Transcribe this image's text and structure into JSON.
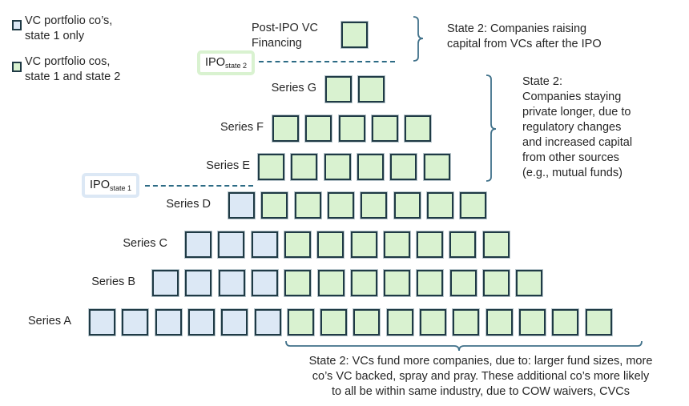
{
  "legend": {
    "items": [
      {
        "type": "state1",
        "color": "#dce8f5",
        "lines": [
          "VC portfolio co’s,",
          "state 1 only"
        ]
      },
      {
        "type": "state2",
        "color": "#d9f2d0",
        "lines": [
          "VC portfolio cos,",
          "state 1 and state 2"
        ]
      }
    ]
  },
  "ipo_markers": {
    "state2": {
      "main": "IPO",
      "sub": "state 2",
      "border_color": "#d9f2d0"
    },
    "state1": {
      "main": "IPO",
      "sub": "state 1",
      "border_color": "#dce8f5"
    }
  },
  "post_ipo_label": [
    "Post-IPO VC",
    "Financing"
  ],
  "colors": {
    "state1_fill": "#dce8f5",
    "state2_fill": "#d9f2d0",
    "box_border": "#1f3a45",
    "brace": "#40718a",
    "dashed_line": "#2d6b85"
  },
  "chart_data": {
    "type": "table",
    "title": "VC financing rounds: state 1 vs state 2",
    "rows": [
      {
        "label": "Post-IPO",
        "state1_only": 0,
        "state1_and_state2": 1
      },
      {
        "label": "Series G",
        "state1_only": 0,
        "state1_and_state2": 2
      },
      {
        "label": "Series F",
        "state1_only": 0,
        "state1_and_state2": 5
      },
      {
        "label": "Series E",
        "state1_only": 0,
        "state1_and_state2": 6
      },
      {
        "label": "Series D",
        "state1_only": 1,
        "state1_and_state2": 7
      },
      {
        "label": "Series C",
        "state1_only": 3,
        "state1_and_state2": 7
      },
      {
        "label": "Series B",
        "state1_only": 4,
        "state1_and_state2": 8
      },
      {
        "label": "Series A",
        "state1_only": 6,
        "state1_and_state2": 10
      }
    ],
    "legend": [
      "VC portfolio co’s, state 1 only",
      "VC portfolio cos, state 1 and state 2"
    ]
  },
  "annotations": {
    "post_ipo": [
      "State 2: Companies raising",
      "capital from VCs after the IPO"
    ],
    "private_longer": [
      "State 2:",
      "Companies staying",
      "private longer, due to",
      "regulatory changes",
      "and increased capital",
      "from other sources",
      "(e.g., mutual funds)"
    ],
    "more_companies": [
      "State 2: VCs fund more companies, due to: larger fund sizes, more",
      "co’s VC backed, spray and pray. These additional co’s more likely",
      "to all be within same industry, due to COW waivers, CVCs"
    ]
  }
}
